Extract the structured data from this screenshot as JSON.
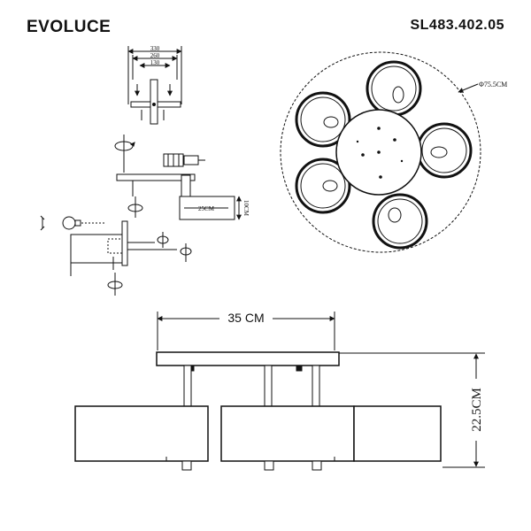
{
  "header": {
    "brand": "EVOLUCE",
    "model": "SL483.402.05"
  },
  "exploded": {
    "dim_top": "330",
    "dim_mid": "260",
    "dim_inner": "130",
    "shade_length": "25CM",
    "shade_diameter": "10CM"
  },
  "top_view": {
    "diameter": "Φ75.5CM"
  },
  "side_view": {
    "width": "35 CM",
    "height": "22.5CM"
  }
}
